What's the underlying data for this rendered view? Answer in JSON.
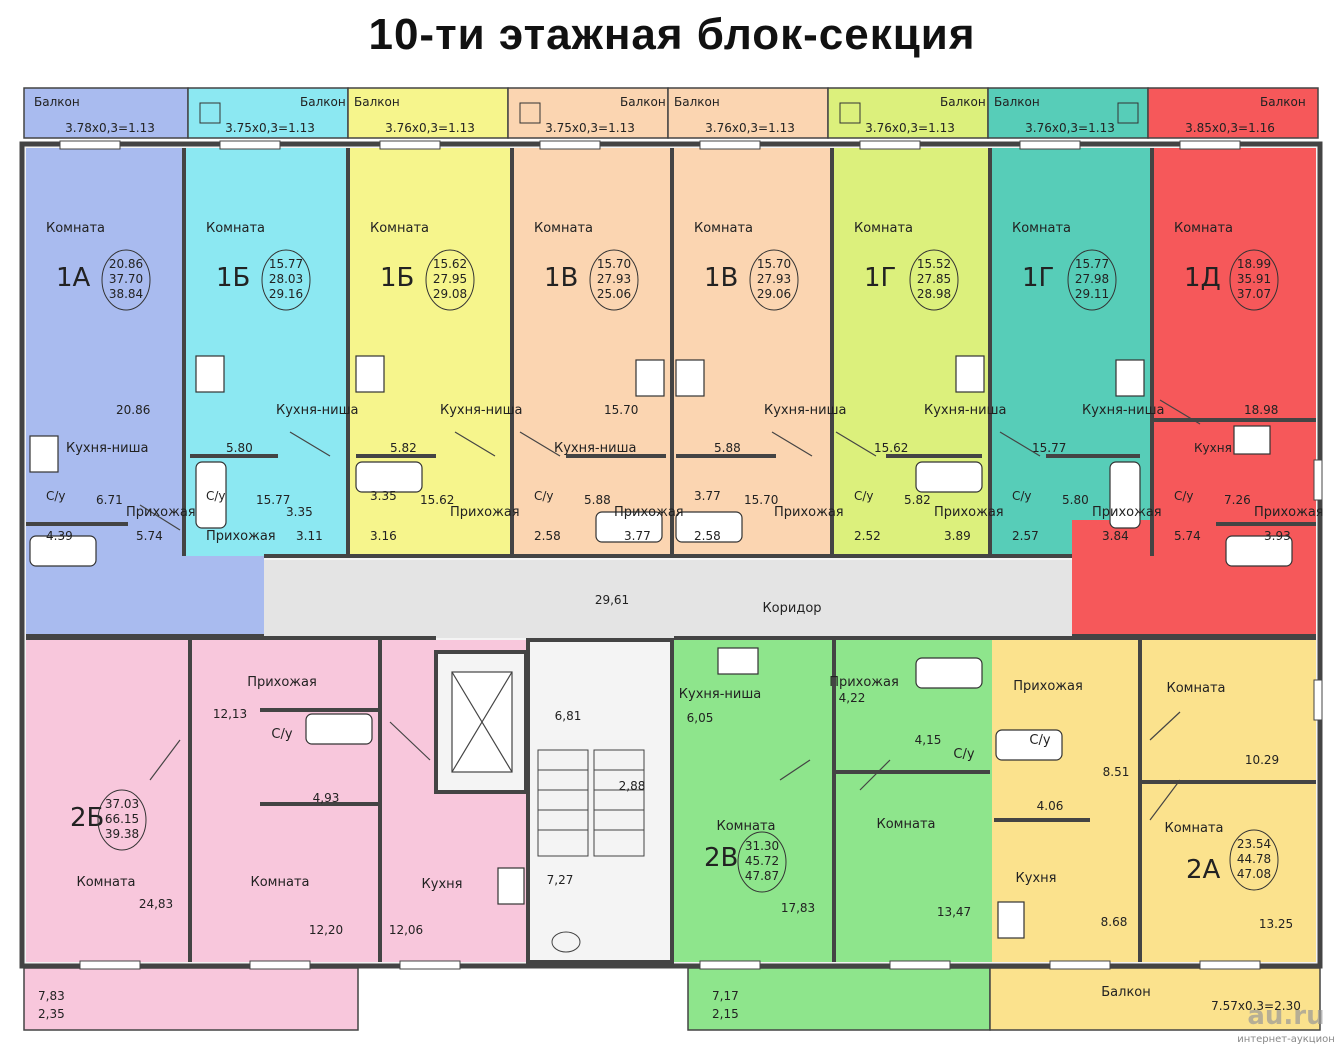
{
  "title": "10-ти этажная блок-секция",
  "colors": {
    "apt_1a": "#a9bbef",
    "apt_1b_1": "#8ce8f2",
    "apt_1b_2": "#f6f58c",
    "apt_1v_1": "#fbd5b1",
    "apt_1v_2": "#fbd5b1",
    "apt_1g_1": "#dcf07c",
    "apt_1g_2": "#57cdb8",
    "apt_1d": "#f6585a",
    "apt_2b": "#f8c7dc",
    "apt_2v": "#8ee58c",
    "apt_2a": "#fbe28d",
    "corridor": "#e4e4e4",
    "walls": "#444444"
  },
  "balconies_top": [
    {
      "label": "Балкон",
      "dims": "3.78х0,3=1.13"
    },
    {
      "label": "Балкон",
      "dims": "3.75х0,3=1.13"
    },
    {
      "label": "Балкон",
      "dims": "3.76х0,3=1.13"
    },
    {
      "label": "Балкон",
      "dims": "3.75х0,3=1.13"
    },
    {
      "label": "Балкон",
      "dims": "3.76х0,3=1.13"
    },
    {
      "label": "Балкон",
      "dims": "3.76х0,3=1.13"
    },
    {
      "label": "Балкон",
      "dims": "3.76х0,3=1.13"
    },
    {
      "label": "Балкон",
      "dims": "3.85х0,3=1.16"
    }
  ],
  "apartments": [
    {
      "code": "1А",
      "areas": [
        "20.86",
        "37.70",
        "38.84"
      ],
      "room_label": "Комната",
      "areas_text": [
        {
          "t": "20.86"
        },
        {
          "t": "Кухня-ниша"
        },
        {
          "t": "6.71"
        },
        {
          "t": "С/у"
        },
        {
          "t": "Прихожая"
        },
        {
          "t": "4.39"
        },
        {
          "t": "5.74"
        }
      ]
    },
    {
      "code": "1Б",
      "areas": [
        "15.77",
        "28.03",
        "29.16"
      ],
      "room_label": "Комната",
      "areas_text": [
        {
          "t": "Кухня-ниша"
        },
        {
          "t": "5.80"
        },
        {
          "t": "15.77"
        },
        {
          "t": "С/у"
        },
        {
          "t": "3.35"
        },
        {
          "t": "Прихожая"
        },
        {
          "t": "3.11"
        }
      ]
    },
    {
      "code": "1Б",
      "areas": [
        "15.62",
        "27.95",
        "29.08"
      ],
      "room_label": "Комната",
      "areas_text": [
        {
          "t": "Кухня-ниша"
        },
        {
          "t": "5.82"
        },
        {
          "t": "15.62"
        },
        {
          "t": "3.35"
        },
        {
          "t": "Прихожая"
        },
        {
          "t": "3.16"
        }
      ]
    },
    {
      "code": "1В",
      "areas": [
        "15.70",
        "27.93",
        "25.06"
      ],
      "room_label": "Комната",
      "areas_text": [
        {
          "t": "15.70"
        },
        {
          "t": "Кухня-ниша"
        },
        {
          "t": "5.88"
        },
        {
          "t": "С/у"
        },
        {
          "t": "Прихожая"
        },
        {
          "t": "2.58"
        },
        {
          "t": "3.77"
        }
      ]
    },
    {
      "code": "1В",
      "areas": [
        "15.70",
        "27.93",
        "29.06"
      ],
      "room_label": "Комната",
      "areas_text": [
        {
          "t": "Кухня-ниша"
        },
        {
          "t": "5.88"
        },
        {
          "t": "15.70"
        },
        {
          "t": "3.77"
        },
        {
          "t": "Прихожая"
        },
        {
          "t": "2.58"
        }
      ]
    },
    {
      "code": "1Г",
      "areas": [
        "15.52",
        "27.85",
        "28.98"
      ],
      "room_label": "Комната",
      "areas_text": [
        {
          "t": "Кухня-ниша"
        },
        {
          "t": "15.62"
        },
        {
          "t": "5.82"
        },
        {
          "t": "С/у"
        },
        {
          "t": "Прихожая"
        },
        {
          "t": "2.52"
        },
        {
          "t": "3.89"
        }
      ]
    },
    {
      "code": "1Г",
      "areas": [
        "15.77",
        "27.98",
        "29.11"
      ],
      "room_label": "Комната",
      "areas_text": [
        {
          "t": "Кухня-ниша"
        },
        {
          "t": "15.77"
        },
        {
          "t": "5.80"
        },
        {
          "t": "С/у"
        },
        {
          "t": "Прихожая"
        },
        {
          "t": "2.57"
        },
        {
          "t": "3.84"
        }
      ]
    },
    {
      "code": "1Д",
      "areas": [
        "18.99",
        "35.91",
        "37.07"
      ],
      "room_label": "Комната",
      "areas_text": [
        {
          "t": "18.98"
        },
        {
          "t": "Кухня"
        },
        {
          "t": "7.26"
        },
        {
          "t": "С/у"
        },
        {
          "t": "Прихожая"
        },
        {
          "t": "5.74"
        },
        {
          "t": "3.93"
        }
      ]
    }
  ],
  "corridor": {
    "area": "29,61",
    "label": "Коридор"
  },
  "core": {
    "lift_hall": "6,81",
    "stair": "2,88",
    "stair_hall": "7,27"
  },
  "apt_2b": {
    "code": "2Б",
    "areas": [
      "37.03",
      "66.15",
      "39.38"
    ],
    "labels": {
      "hall": "Прихожая",
      "hall_area": "12,13",
      "bath": "С/у",
      "bath_area": "4,93",
      "room1": "Комната",
      "room1_area": "24,83",
      "room2": "Комната",
      "room2_area": "12,20",
      "kitchen": "Кухня",
      "kitchen_area": "12,06"
    }
  },
  "apt_2v": {
    "code": "2В",
    "areas": [
      "31.30",
      "45.72",
      "47.87"
    ],
    "labels": {
      "kitchen": "Кухня-ниша",
      "kitchen_area": "6,05",
      "hall": "Прихожая",
      "hall_area": "4,22",
      "bath_area": "4,15",
      "bath": "С/у",
      "room1": "Комната",
      "room1_area": "17,83",
      "room2": "Комната",
      "room2_area": "13,47"
    }
  },
  "apt_2a": {
    "code": "2А",
    "areas": [
      "23.54",
      "44.78",
      "47.08"
    ],
    "labels": {
      "hall": "Прихожая",
      "hall_area": "8.51",
      "bath": "С/у",
      "bath_area": "4.06",
      "room1": "Комната",
      "room1_area": "10.29",
      "room2": "Комната",
      "room2_area": "13.25",
      "kitchen": "Кухня",
      "kitchen_area": "8.68"
    }
  },
  "balconies_bottom": [
    {
      "area1": "7,83",
      "area2": "2,35"
    },
    {
      "area1": "7,17",
      "area2": "2,15"
    },
    {
      "label": "Балкон",
      "dims": "7.57х0.3=2.30"
    }
  ],
  "watermark": {
    "site": "au.ru",
    "text": "интернет-аукцион"
  }
}
